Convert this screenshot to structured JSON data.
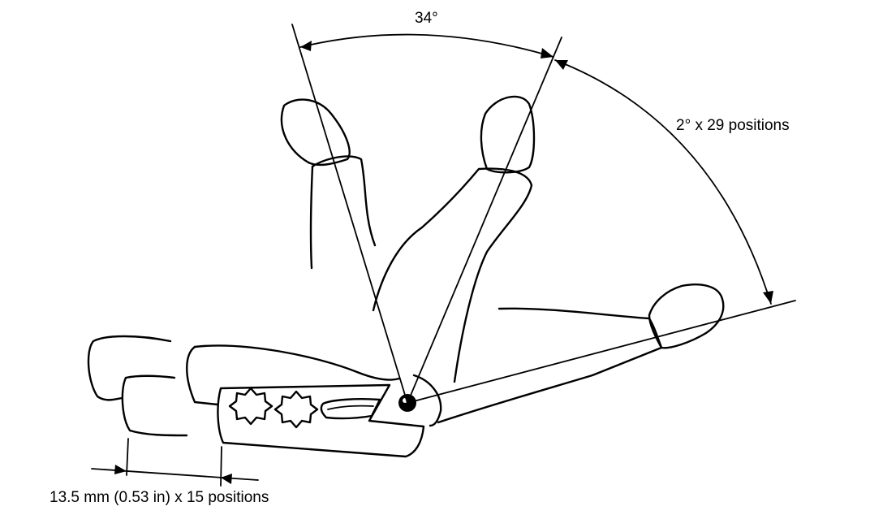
{
  "diagram": {
    "recline_angle_label": "34°",
    "recline_steps_label": "2° x 29 positions",
    "slide_steps_label": "13.5 mm (0.53 in) x 15 positions"
  }
}
